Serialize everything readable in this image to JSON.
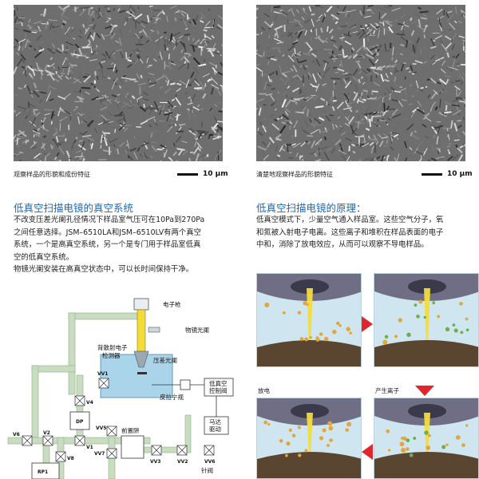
{
  "images": {
    "left": {
      "caption": "观察样品的形貌和成份特征",
      "scale": "10 μm"
    },
    "right": {
      "caption": "清楚地观察样品的形貌特征",
      "scale": "10 μm"
    }
  },
  "left_section": {
    "title": "低真空扫描电镜的真空系统",
    "lines": [
      "不改变压差光阑孔径情况下样品室气压可在10Pa到270Pa",
      "之间任意选择。JSM–6510LA和JSM–6510LV有两个真空",
      "系统，一个是高真空系统，另一个是专门用于样品室低真",
      "空的低真空系统。",
      "物镜光阑安装在高真空状态中，可以长时间保持干净。"
    ]
  },
  "right_section": {
    "title": "低真空扫描电镜的原理：",
    "lines": [
      "低真空模式下，少量空气通入样品室。这些空气分子，氧",
      "和氮被入射电子电离。这些离子和堆积在样品表面的电子",
      "中和，消除了放电效应，从而可以观察不导电样品。"
    ],
    "panel_labels": [
      "放电",
      "产生离子"
    ]
  },
  "diagram": {
    "labels": {
      "electron_gun": "电子枪",
      "objective_aperture": "物镜光阑",
      "bse_detector_1": "背散射电子",
      "bse_detector_2": "检测器",
      "pressure_aperture": "压差光阑",
      "piranha": "皮拉宁规",
      "lv_control_1": "低真空",
      "lv_control_2": "控制阀",
      "motor_1": "马达",
      "motor_2": "驱动",
      "needle_valve": "针阀",
      "prechamber": "前置阱",
      "vv6": "VV6",
      "vv1": "VV1",
      "vv2": "VV2",
      "vv3": "VV3",
      "vv5": "VV5",
      "vv7": "VV7",
      "v1": "V1",
      "v2": "V2",
      "v4": "V4",
      "v6": "V6",
      "v8": "V8",
      "dp": "DP",
      "rp1": "RP1"
    }
  },
  "colors": {
    "title_blue": "#1b69b3",
    "pipe_green": "#c8dcc1",
    "chamber_blue": "#a9d4ea",
    "beam_yellow": "#f3dc3a",
    "arrow_red": "#e0262b"
  }
}
